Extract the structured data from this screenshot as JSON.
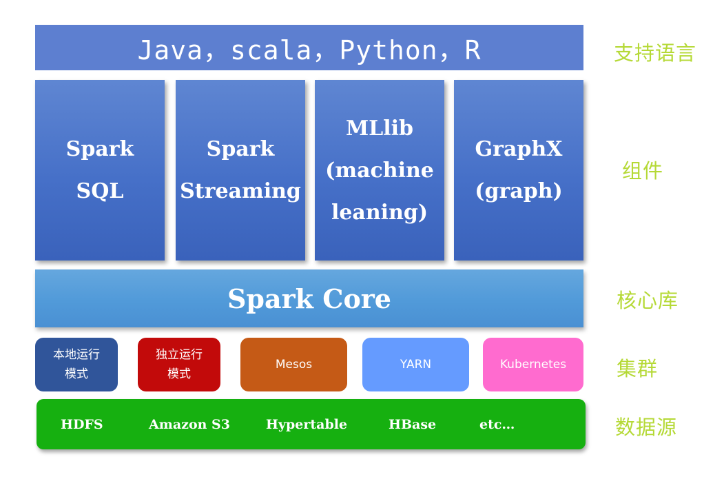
{
  "languages": "Java，scala，Python，R",
  "components": [
    {
      "lines": [
        "Spark",
        "SQL"
      ]
    },
    {
      "lines": [
        "Spark",
        "Streaming"
      ]
    },
    {
      "lines": [
        "MLlib",
        "(machine",
        "leaning)"
      ]
    },
    {
      "lines": [
        "GraphX",
        "(graph)"
      ]
    }
  ],
  "core": "Spark Core",
  "clusters": [
    {
      "lines": [
        "本地运行",
        "模式"
      ],
      "color": "#30559a"
    },
    {
      "lines": [
        "独立运行",
        "模式"
      ],
      "color": "#c20a0a"
    },
    {
      "lines": [
        "Mesos"
      ],
      "color": "#c55a16"
    },
    {
      "lines": [
        "YARN"
      ],
      "color": "#659bff"
    },
    {
      "lines": [
        "Kubernetes"
      ],
      "color": "#ff6bcf"
    }
  ],
  "data_sources": [
    "HDFS",
    "Amazon S3",
    "Hypertable",
    "HBase",
    "etc…"
  ],
  "side_labels": {
    "languages": "支持语言",
    "components": "组件",
    "core": "核心库",
    "clusters": "集群",
    "data_sources": "数据源"
  },
  "colors": {
    "language_bar": "#5d7fd0",
    "component_box": "#4670c8",
    "core_bar": "#519ad9",
    "data_bar": "#16b010",
    "side_label": "#b5d936"
  }
}
